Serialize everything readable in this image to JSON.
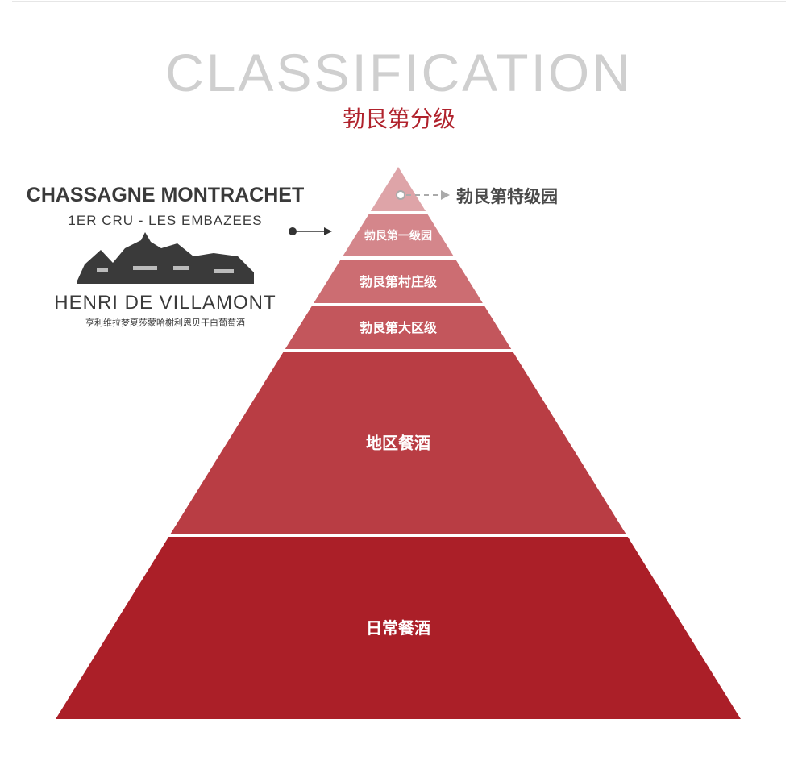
{
  "header": {
    "title": "CLASSIFICATION",
    "subtitle": "勃艮第分级"
  },
  "wine": {
    "name": "CHASSAGNE MONTRACHET",
    "cru": "1ER CRU - LES EMBAZEES",
    "producer": "HENRI DE VILLAMONT",
    "producer_cn": "亨利维拉梦夏莎蒙哈榭利恩贝干白葡萄酒"
  },
  "pyramid": {
    "callout": "勃艮第特级园",
    "tiers": [
      {
        "label": "",
        "color": "#dea4a8"
      },
      {
        "label": "勃艮第一级园",
        "color": "#d4868b"
      },
      {
        "label": "勃艮第村庄级",
        "color": "#cc6d72"
      },
      {
        "label": "勃艮第大区级",
        "color": "#c3565c"
      },
      {
        "label": "地区餐酒",
        "color": "#b93d44"
      },
      {
        "label": "日常餐酒",
        "color": "#ab1f28"
      }
    ]
  }
}
